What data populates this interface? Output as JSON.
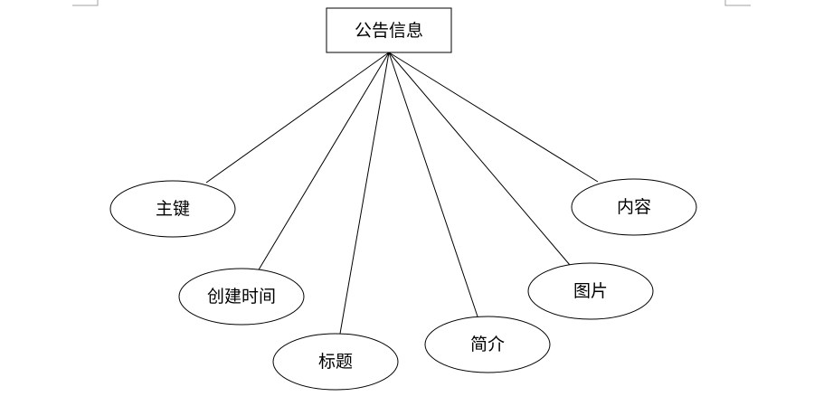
{
  "diagram": {
    "entity": {
      "label": "公告信息"
    },
    "attributes": [
      {
        "id": "primary-key",
        "label": "主键"
      },
      {
        "id": "create-time",
        "label": "创建时间"
      },
      {
        "id": "title",
        "label": "标题"
      },
      {
        "id": "summary",
        "label": "简介"
      },
      {
        "id": "image",
        "label": "图片"
      },
      {
        "id": "content",
        "label": "内容"
      }
    ]
  }
}
